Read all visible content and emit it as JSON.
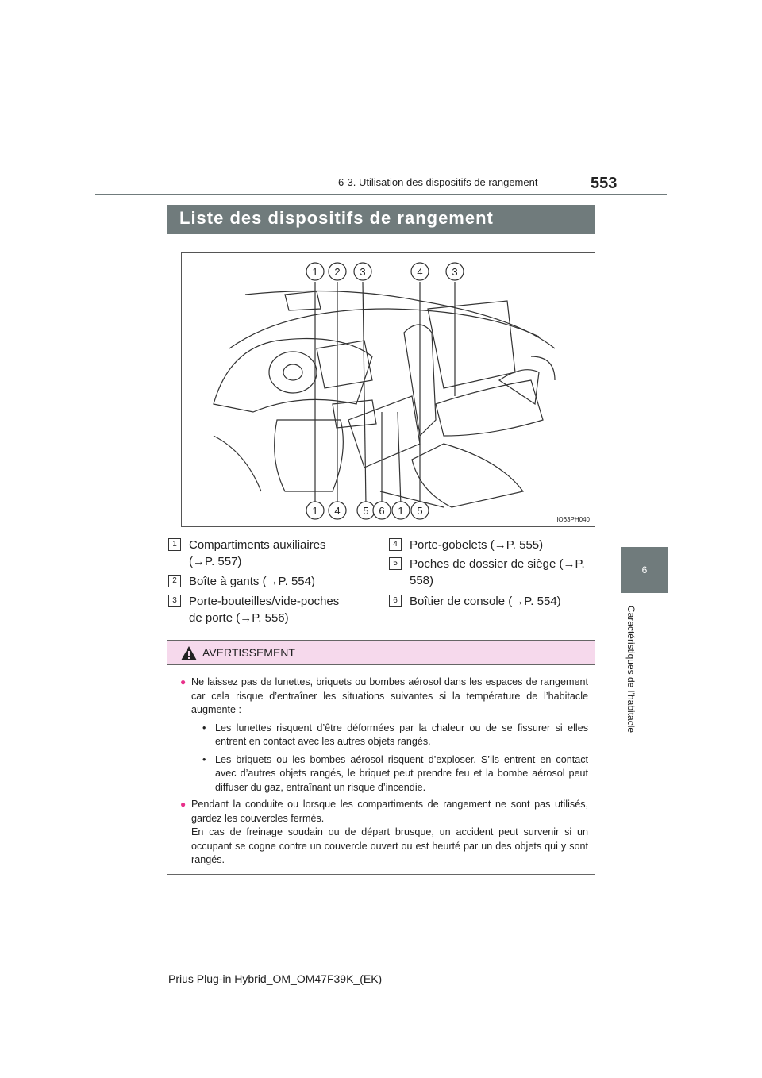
{
  "header": {
    "section": "6-3. Utilisation des dispositifs de rangement",
    "page_number": "553"
  },
  "side_tab": {
    "chapter_number": "6",
    "chapter_title": "Caractéristiques de l’habitacle"
  },
  "title": "Liste des dispositifs de rangement",
  "figure": {
    "code": "IO63PH040",
    "top_callouts": [
      "1",
      "2",
      "3",
      "4",
      "3"
    ],
    "bottom_callouts": [
      "1",
      "4",
      "5",
      "6",
      "1",
      "5"
    ]
  },
  "legend": [
    {
      "num": "1",
      "text": "Compartiments auxiliaires (→P. 557)"
    },
    {
      "num": "2",
      "text": "Boîte à gants (→P. 554)"
    },
    {
      "num": "3",
      "text": "Porte-bouteilles/vide-poches de porte (→P. 556)"
    },
    {
      "num": "4",
      "text": "Porte-gobelets (→P. 555)"
    },
    {
      "num": "5",
      "text": "Poches de dossier de siège (→P. 558)"
    },
    {
      "num": "6",
      "text": "Boîtier de console (→P. 554)"
    }
  ],
  "warning": {
    "label": "AVERTISSEMENT",
    "bullet1": "Ne laissez pas de lunettes, briquets ou bombes aérosol dans les espaces de rangement car cela risque d’entraîner les situations suivantes si la température de l’habitacle augmente :",
    "sub1": "Les lunettes risquent d’être déformées par la chaleur ou de se fissurer si elles entrent en contact avec les autres objets rangés.",
    "sub2": "Les briquets ou les bombes aérosol risquent d’exploser. S’ils entrent en contact avec d’autres objets rangés, le briquet peut prendre feu et la bombe aérosol peut diffuser du gaz, entraînant un risque d’incendie.",
    "bullet2a": "Pendant la conduite ou lorsque les compartiments de rangement ne sont pas utilisés, gardez les couvercles fermés.",
    "bullet2b": "En cas de freinage soudain ou de départ brusque, un accident peut survenir si un occupant se cogne contre un couvercle ouvert ou est heurté par un des objets qui y sont rangés."
  },
  "footer": "Prius Plug-in Hybrid_OM_OM47F39K_(EK)"
}
